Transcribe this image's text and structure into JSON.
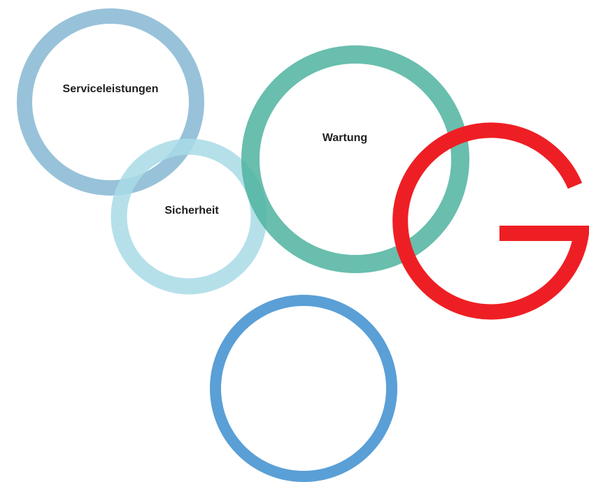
{
  "diagram": {
    "rings": [
      {
        "id": "serviceleistungen",
        "label": "Serviceleistungen",
        "color": "#8fbdd6"
      },
      {
        "id": "sicherheit",
        "label": "Sicherheit",
        "color": "#a8dbe6"
      },
      {
        "id": "wartung",
        "label": "Wartung",
        "color": "#57b9a6"
      },
      {
        "id": "unlabeled",
        "label": "",
        "color": "#5a9fd6"
      }
    ],
    "logo": {
      "glyph": "G",
      "color": "#ee1f24"
    }
  }
}
